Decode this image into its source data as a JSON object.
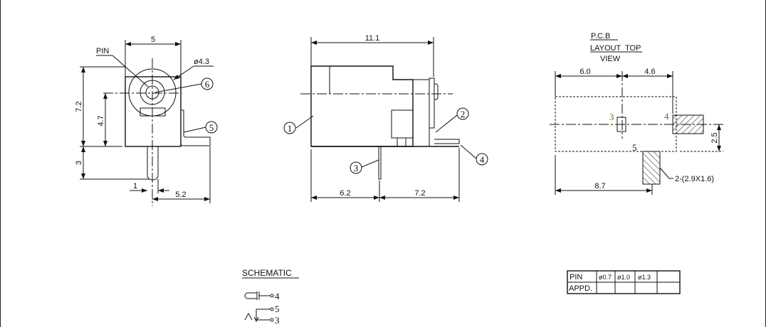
{
  "front_view": {
    "dim_width": "5",
    "dim_height": "7.2",
    "dim_center_height": "4.7",
    "dim_pin_length": "3",
    "dim_pin_width": "1",
    "dim_bracket_offset": "5.2",
    "pin_label": "PIN",
    "dim_diameter": "ø4.3",
    "callout_6": "6",
    "callout_5": "5"
  },
  "side_view": {
    "dim_length": "11.1",
    "dim_left": "6.2",
    "dim_right": "7.2",
    "callout_1": "1",
    "callout_2": "2",
    "callout_3": "3",
    "callout_4": "4"
  },
  "pcb_layout": {
    "title_line1": "P.C.B",
    "title_line2": "LAYOUT",
    "title_overlay": "TOP",
    "title_line3": "VIEW",
    "dim_left": "6.0",
    "dim_right": "4.6",
    "dim_vertical": "2.5",
    "dim_bottom": "8.7",
    "pad_3": "3",
    "pad_4": "4",
    "pad_5": "5",
    "pad_note": "2-(2.9X1.6)"
  },
  "schematic": {
    "title": "SCHEMATIC",
    "terminal_4": "4",
    "terminal_5": "5",
    "terminal_3": "3"
  },
  "pin_table": {
    "row1": [
      "PIN",
      "ø0.7",
      "ø1.0",
      "ø1.3",
      ""
    ],
    "row2": [
      "APPD.",
      "",
      "",
      "",
      ""
    ]
  }
}
